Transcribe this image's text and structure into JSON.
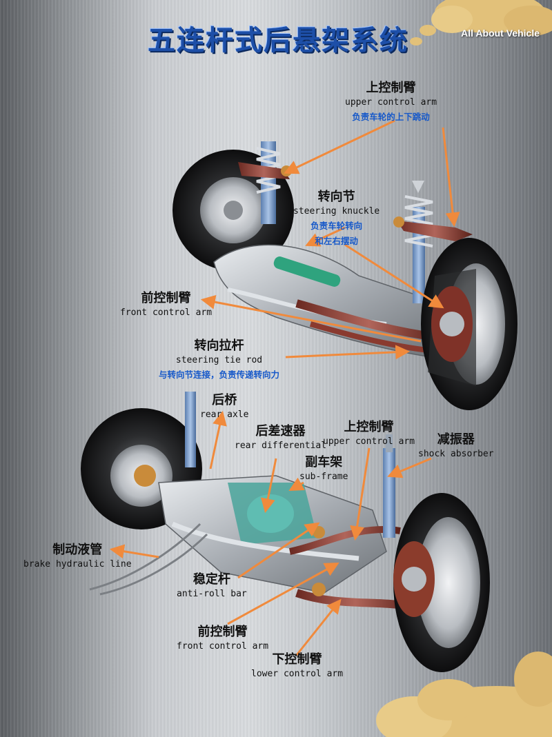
{
  "title": "五连杆式后悬架系统",
  "brand": "All About Vehicle",
  "colors": {
    "title_blue": "#1d4fa8",
    "note_blue": "#1658c9",
    "arrow_orange": "#f08a3c",
    "cloud_tan": "#e2c17a"
  },
  "labels": {
    "upper_control_arm_top": {
      "zh": "上控制臂",
      "en": "upper control arm",
      "note": "负责车轮的上下跳动"
    },
    "steering_knuckle": {
      "zh": "转向节",
      "en": "steering knuckle",
      "note1": "负责车轮转向",
      "note2": "和左右摆动"
    },
    "front_control_arm_top": {
      "zh": "前控制臂",
      "en": "front control arm"
    },
    "steering_tie_rod": {
      "zh": "转向拉杆",
      "en": "steering tie rod",
      "note": "与转向节连接，负责传递转向力"
    },
    "rear_axle": {
      "zh": "后桥",
      "en": "rear axle"
    },
    "rear_differential": {
      "zh": "后差速器",
      "en": "rear differential"
    },
    "upper_control_arm_bottom": {
      "zh": "上控制臂",
      "en": "upper control arm"
    },
    "shock_absorber": {
      "zh": "减振器",
      "en": "shock absorber"
    },
    "sub_frame": {
      "zh": "副车架",
      "en": "sub-frame"
    },
    "brake_line": {
      "zh": "制动液管",
      "en": "brake hydraulic line"
    },
    "anti_roll_bar": {
      "zh": "稳定杆",
      "en": "anti-roll bar"
    },
    "front_control_arm_bottom": {
      "zh": "前控制臂",
      "en": "front control arm"
    },
    "lower_control_arm": {
      "zh": "下控制臂",
      "en": "lower control arm"
    }
  }
}
